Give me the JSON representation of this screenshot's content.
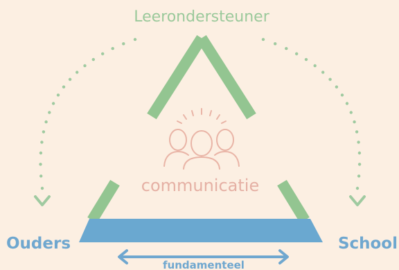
{
  "labels": {
    "top": "Leerondersteuner",
    "left": "Ouders",
    "right": "School",
    "center": "communicatie",
    "base": "fundamenteel"
  },
  "colors": {
    "background": "#fcefe2",
    "triangle": "#93c591",
    "base_bar": "#6aa8d0",
    "dots": "#9fcaa0",
    "side_text": "#6fa7cf",
    "top_text": "#9bc99b",
    "center_text": "#e5b0a4",
    "icon": "#e9b4a6"
  },
  "icons": {
    "center": "people-group-icon",
    "left_arrow": "chevron-down-icon",
    "right_arrow": "chevron-down-icon",
    "base_arrow": "double-arrow-icon"
  }
}
